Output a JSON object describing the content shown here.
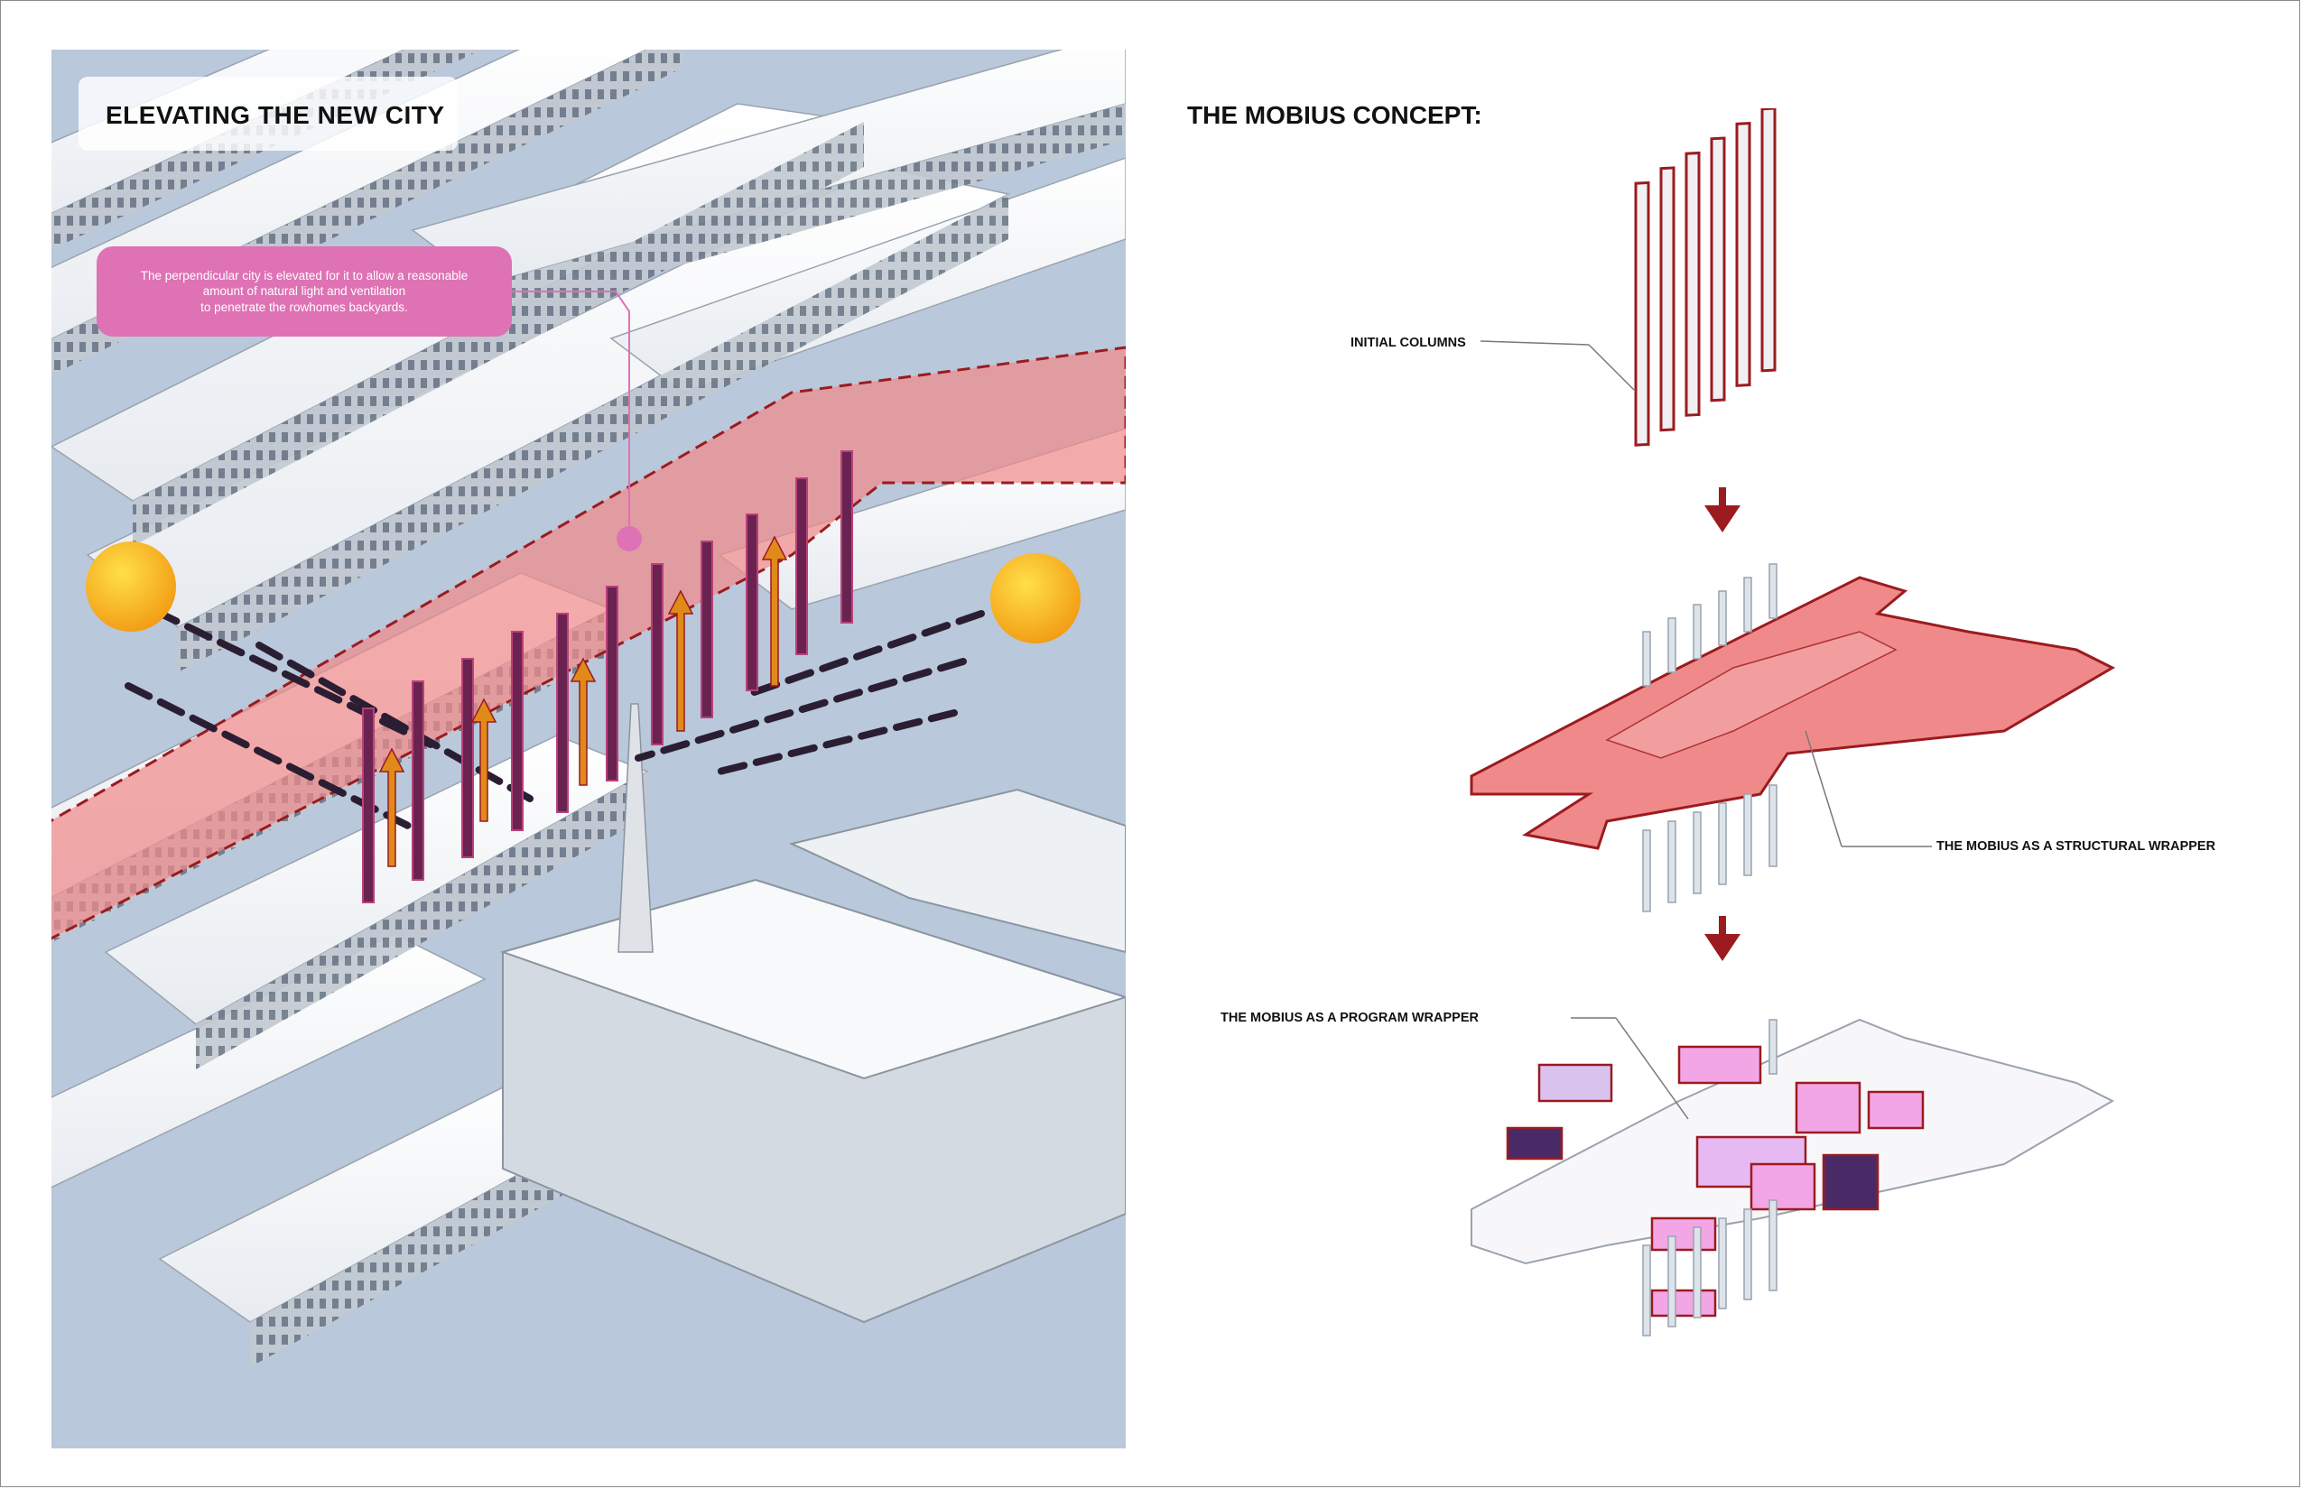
{
  "left": {
    "title": "ELEVATING THE NEW CITY",
    "callout_lines": [
      "The perpendicular city is elevated for it to allow a reasonable",
      "amount of natural light and ventilation",
      "to penetrate the rowhomes backyards."
    ]
  },
  "right": {
    "title": "THE MOBIUS CONCEPT:",
    "labels": {
      "initial_columns": "INITIAL COLUMNS",
      "structural_wrapper": "THE MOBIUS AS A STRUCTURAL WRAPPER",
      "program_wrapper": "THE MOBIUS AS A PROGRAM  WRAPPER"
    }
  },
  "colors": {
    "accent_red": "#9b1b1f",
    "salmon": "#f08a8a",
    "pink_callout": "#de72b4",
    "sun": "#f7b51c",
    "street": "#b9c8db",
    "purple_dark": "#4a2a66",
    "program_pink": "#f3a6e6"
  },
  "icons": [
    "sun-icon",
    "arrow-down-icon"
  ]
}
